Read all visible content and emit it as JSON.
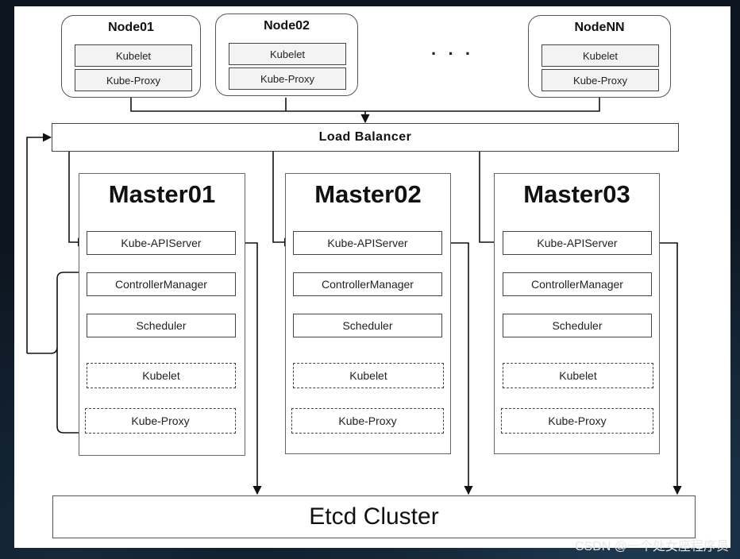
{
  "nodes": [
    {
      "title": "Node01",
      "kubelet": "Kubelet",
      "proxy": "Kube-Proxy"
    },
    {
      "title": "Node02",
      "kubelet": "Kubelet",
      "proxy": "Kube-Proxy"
    },
    {
      "title": "NodeNN",
      "kubelet": "Kubelet",
      "proxy": "Kube-Proxy"
    }
  ],
  "ellipsis": "· · ·",
  "load_balancer": "Load Balancer",
  "masters": [
    {
      "title": "Master01",
      "api": "Kube-APIServer",
      "cm": "ControllerManager",
      "sched": "Scheduler",
      "kubelet": "Kubelet",
      "proxy": "Kube-Proxy"
    },
    {
      "title": "Master02",
      "api": "Kube-APIServer",
      "cm": "ControllerManager",
      "sched": "Scheduler",
      "kubelet": "Kubelet",
      "proxy": "Kube-Proxy"
    },
    {
      "title": "Master03",
      "api": "Kube-APIServer",
      "cm": "ControllerManager",
      "sched": "Scheduler",
      "kubelet": "Kubelet",
      "proxy": "Kube-Proxy"
    }
  ],
  "etcd": "Etcd Cluster",
  "watermark": "CSDN @一个处女座程序员"
}
